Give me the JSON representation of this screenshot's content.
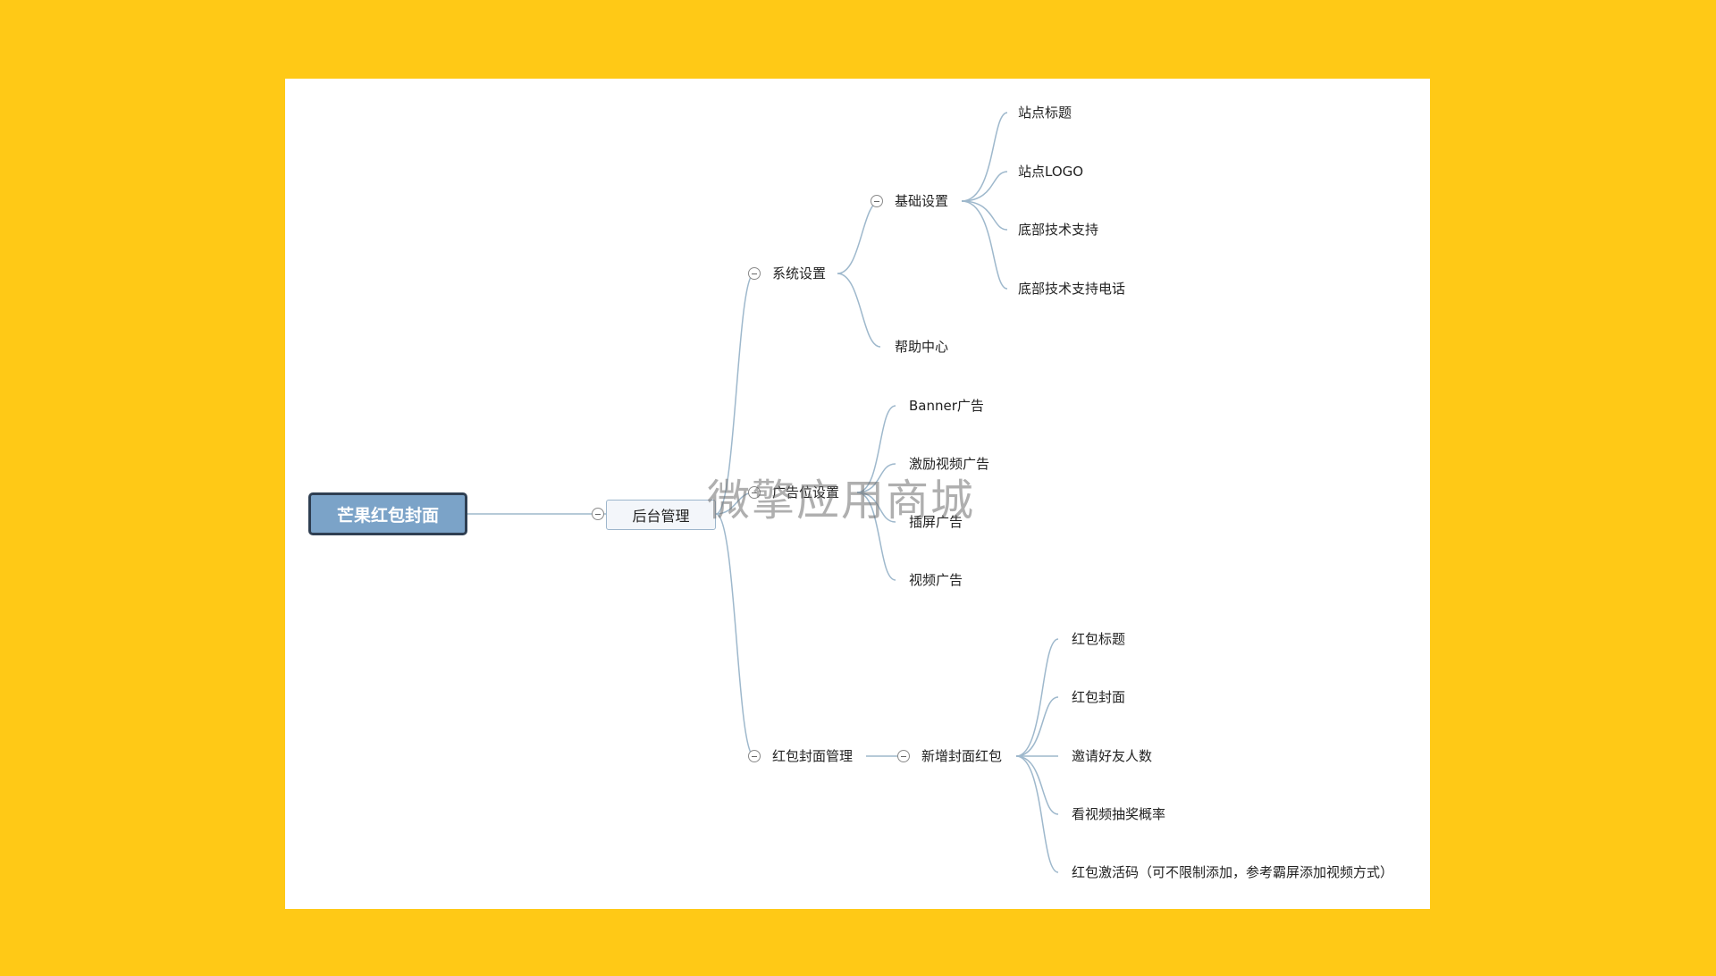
{
  "colors": {
    "background": "#FFC916",
    "canvas": "#FFFFFF",
    "link": "#9EB8CC",
    "root_fill": "#7BA3C8",
    "root_border": "#2F3F52"
  },
  "root": {
    "label": "芒果红包封面"
  },
  "main": {
    "label": "后台管理"
  },
  "branches": {
    "system": {
      "label": "系统设置",
      "basic": {
        "label": "基础设置",
        "items": [
          "站点标题",
          "站点LOGO",
          "底部技术支持",
          "底部技术支持电话"
        ]
      },
      "help": {
        "label": "帮助中心"
      }
    },
    "ads": {
      "label": "广告位设置",
      "items": [
        "Banner广告",
        "激励视频广告",
        "插屏广告",
        "视频广告"
      ]
    },
    "redpacket": {
      "label": "红包封面管理",
      "add": {
        "label": "新增封面红包",
        "items": [
          "红包标题",
          "红包封面",
          "邀请好友人数",
          "看视频抽奖概率",
          "红包激活码（可不限制添加，参考霸屏添加视频方式）"
        ]
      }
    }
  },
  "watermark": {
    "text": "微擎应用商城"
  }
}
